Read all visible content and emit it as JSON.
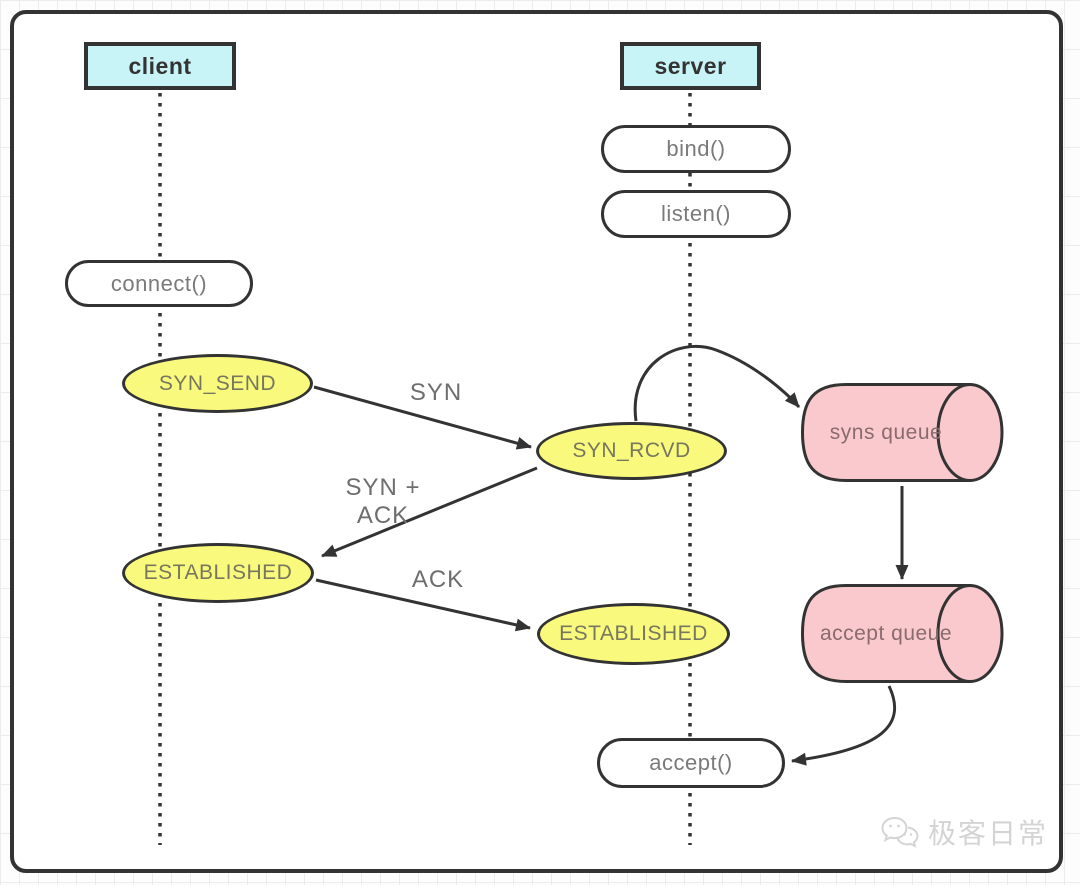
{
  "colors": {
    "stroke": "#333333",
    "actor-fill": "#c9f4f7",
    "actor-text": "#333333",
    "state-fill": "#f9f97d",
    "state-text": "#77775f",
    "queue-fill": "#f9c9cd",
    "queue-text": "#8a6b6e",
    "muted-text": "#7a7a7a",
    "label-text": "#6e6e6e",
    "watermark-text": "#d4d4d4"
  },
  "nodes": {
    "client": "client",
    "server": "server",
    "bind": "bind()",
    "listen": "listen()",
    "connect": "connect()",
    "accept_call": "accept()",
    "syn_send": "SYN_SEND",
    "syn_rcvd": "SYN_RCVD",
    "established_client": "ESTABLISHED",
    "established_server": "ESTABLISHED",
    "syns_queue": "syns queue",
    "accept_queue": "accept queue"
  },
  "edges": {
    "syn": "SYN",
    "syn_ack": "SYN + ACK",
    "ack": "ACK"
  },
  "watermark": {
    "text": "极客日常"
  }
}
